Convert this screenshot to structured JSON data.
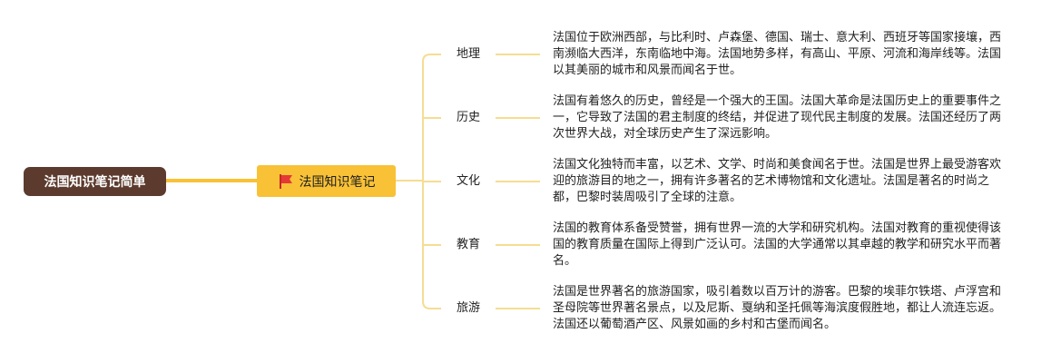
{
  "root": {
    "label": "法国知识笔记简单"
  },
  "main": {
    "label": "法国知识笔记",
    "icon": "flag-icon",
    "icon_color": "#e53935"
  },
  "colors": {
    "root_bg": "#5c3b2e",
    "main_bg": "#f8c136",
    "connector": "#f8c136",
    "branch_line": "#f5dd92"
  },
  "branches": [
    {
      "label": "地理",
      "text": "法国位于欧洲西部，与比利时、卢森堡、德国、瑞士、意大利、西班牙等国家接壤，西南濒临大西洋，东南临地中海。法国地势多样，有高山、平原、河流和海岸线等。法国以其美丽的城市和风景而闻名于世。"
    },
    {
      "label": "历史",
      "text": "法国有着悠久的历史，曾经是一个强大的王国。法国大革命是法国历史上的重要事件之一，它导致了法国的君主制度的终结，并促进了现代民主制度的发展。法国还经历了两次世界大战，对全球历史产生了深远影响。"
    },
    {
      "label": "文化",
      "text": "法国文化独特而丰富，以艺术、文学、时尚和美食闻名于世。法国是世界上最受游客欢迎的旅游目的地之一，拥有许多著名的艺术博物馆和文化遗址。法国是著名的时尚之都，巴黎时装周吸引了全球的注意。"
    },
    {
      "label": "教育",
      "text": "法国的教育体系备受赞誉，拥有世界一流的大学和研究机构。法国对教育的重视使得该国的教育质量在国际上得到广泛认可。法国的大学通常以其卓越的教学和研究水平而著名。"
    },
    {
      "label": "旅游",
      "text": "法国是世界著名的旅游国家，吸引着数以百万计的游客。巴黎的埃菲尔铁塔、卢浮宫和圣母院等世界著名景点，以及尼斯、戛纳和圣托佩等海滨度假胜地，都让人流连忘返。法国还以葡萄酒产区、风景如画的乡村和古堡而闻名。"
    }
  ]
}
